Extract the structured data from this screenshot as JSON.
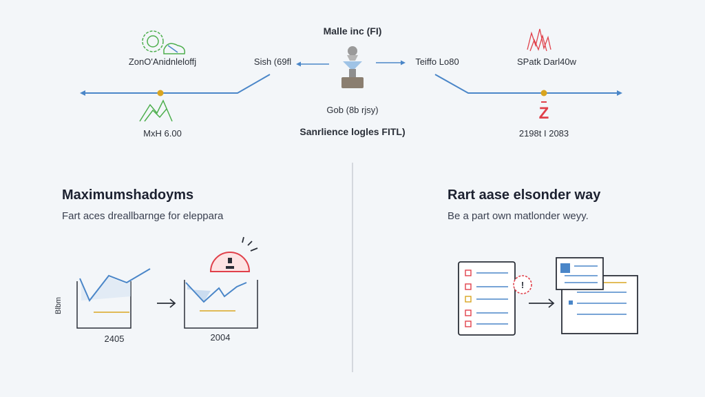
{
  "top": {
    "title": "Malle inc (FI)",
    "left_label": "ZonO'Anidnleloffj",
    "mid_left_label": "Sish (69fl",
    "mid_right_label": "Teiffo Lo80",
    "right_label": "SPatk Darl40w",
    "bottom_left_label": "MxH 6.00",
    "center_sub": "Gob (8b rjsy)",
    "center_caption": "Sanrlience logles FITL)",
    "bottom_right_label": "2198t I 2083"
  },
  "left_panel": {
    "heading": "Maximumshadoyms",
    "subtitle": "Fart aces dreallbarnge for eleppara",
    "axis_label": "Blbm",
    "chart1_label": "2405",
    "chart2_label": "2004"
  },
  "right_panel": {
    "heading": "Rart aase elsonder way",
    "subtitle": "Be a part own matlonder weyy."
  },
  "colors": {
    "line": "#4a86c8",
    "accent_yellow": "#d9a520",
    "accent_red": "#e0404a",
    "accent_green": "#4cae4c",
    "divider": "#c9ced6"
  },
  "icons": [
    "gear-cloud-icon",
    "mountain-icon",
    "funnel-icon",
    "zigzag-red-icon",
    "z-icon",
    "alarm-icon",
    "checklist-icon",
    "warning-gear-icon",
    "document-icon"
  ]
}
